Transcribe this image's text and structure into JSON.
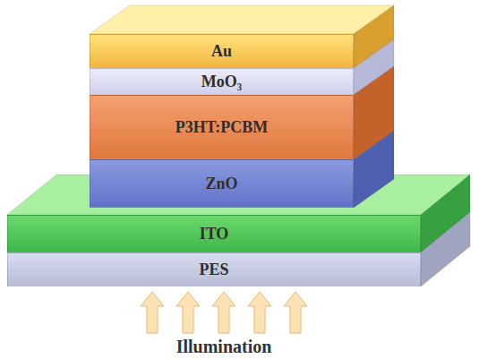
{
  "diagram": {
    "nodes": [
      {
        "text": [
          "Au"
        ]
      },
      {
        "text": [
          "MoO₃"
        ]
      },
      {
        "text": [
          "P3HT:PCBM"
        ]
      },
      {
        "text": [
          "ZnO"
        ]
      },
      {
        "text": [
          "ITO"
        ]
      },
      {
        "text": [
          "PES"
        ]
      }
    ],
    "labels": [
      "Illumination"
    ]
  }
}
